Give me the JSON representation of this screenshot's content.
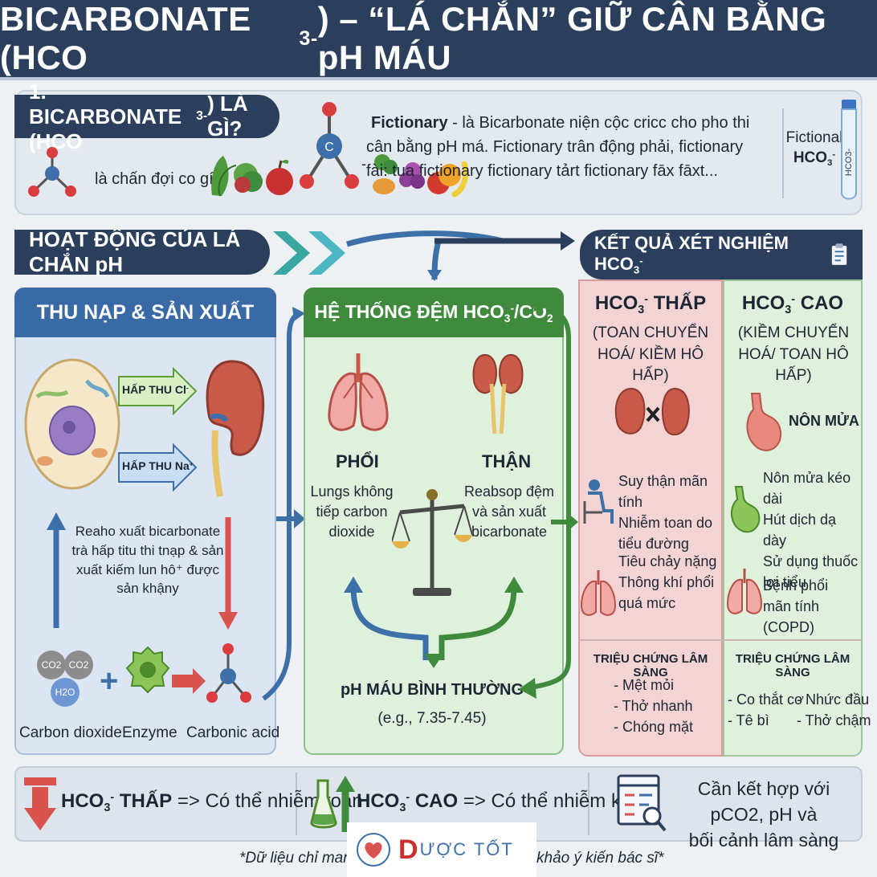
{
  "title": {
    "main": "BICARBONATE (HCO",
    "sub": "3",
    "sup": "-",
    "rest": ") – “LÁ CHẮN” GIỮ CÂN BẰNG pH MÁU"
  },
  "section1": {
    "heading": {
      "pre": "1. BICARBONATE (HCO",
      "sub": "3",
      "sup": "-",
      "post": ") LÀ GÌ?"
    },
    "food_text": "là chấn đợi co gí:",
    "desc_bold": "Fictionary",
    "desc_rest": " - là Bicarbonate niện cộc cricc cho pho thi cân bằng pH má. Fictionary trân động phải, fictionary fài: tua fictionary fictionary tảrt fictionary fāx fāxt...",
    "tube_label1": "Fictional",
    "tube_label2_pre": "HCO",
    "tube_label2_sub": "3",
    "tube_label2_sup": "-",
    "tube_vertical": "HCO3-",
    "carbon_letter": "C"
  },
  "section2": {
    "heading": "HOẠT ĐỘNG CỦA LÁ CHẮN pH",
    "intake": {
      "heading": "THU NẠP & SẢN XUẤT",
      "arrow1_pre": "HẤP THU Cl",
      "arrow1_sup": "-",
      "arrow2_pre": "HẤP THU Na",
      "arrow2_sup": "+",
      "note": "Reaho xuất bicarbonate trà hấp titu thi tnạp & sản xuất kiếm lun hô⁺ được sản khậny",
      "molecule_co2": "CO2",
      "molecule_h2o": "H2O",
      "label_co2": "Carbon dioxide",
      "label_enzyme": "Enzyme",
      "label_acid": "Carbonic acid"
    },
    "buffer": {
      "heading_pre": "HỆ THỐNG ĐỆM HCO",
      "heading_sub": "3",
      "heading_sup": "-",
      "heading_mid": "/CO",
      "heading_sub2": "2",
      "lung_title": "PHỔI",
      "lung_text": "Lungs không tiếp carbon dioxide",
      "kidney_title": "THẬN",
      "kidney_text": "Reabsop đệm và sản xuất bicarbonate",
      "result_title": "pH MÁU BÌNH THƯỜNG",
      "result_range": "(e.g., 7.35-7.45)"
    }
  },
  "section3": {
    "heading_pre": "KẾT QUẢ XÉT NGHIỆM HCO",
    "heading_sub": "3",
    "heading_sup": "-",
    "low": {
      "title_pre": "HCO",
      "title_sub": "3",
      "title_sup": "-",
      "title_post": " THẤP",
      "subtitle": "(TOAN CHUYỂN HOÁ/ KIỀM HÔ HẤP)",
      "causes1": [
        "Suy thận mãn tính",
        "Nhiễm toan do tiểu đường"
      ],
      "causes2": [
        "Tiêu chảy nặng",
        "Thông khí phổi quá mức"
      ],
      "symptoms_title": "TRIỆU CHỨNG LÂM SÀNG",
      "symptoms": [
        "- Mệt mỏi",
        "- Thở nhanh",
        "- Chóng mặt"
      ]
    },
    "high": {
      "title_pre": "HCO",
      "title_sub": "3",
      "title_sup": "-",
      "title_post": " CAO",
      "subtitle": "(KIỀM CHUYỂN HOÁ/ TOAN HÔ HẤP)",
      "vomit": "NÔN MỬA",
      "causes1": [
        "Nôn mửa kéo dài",
        "Hút dịch dạ dày",
        "Sử dụng thuốc lợi tiểu"
      ],
      "causes2": [
        "Bệnh phổi mãn tính (COPD)"
      ],
      "symptoms_title": "TRIỆU CHỨNG LÂM SÀNG",
      "symptoms_left": [
        "- Co thắt cơ",
        "- Tê bì"
      ],
      "symptoms_right": [
        "- Nhức đầu",
        "- Thở chậm"
      ]
    }
  },
  "footer": {
    "low_pre": "HCO",
    "low_sub": "3",
    "low_sup": "-",
    "low_bold": " THẤP",
    "low_rest": " => Có thể nhiễm toan",
    "high_pre": "HCO",
    "high_sub": "3",
    "high_sup": "-",
    "high_bold": " CAO",
    "high_rest": " => Có thể nhiễm kiềm",
    "combine_line1": "Cần kết hợp với pCO2, pH và",
    "combine_line2": "bối cảnh lâm sàng",
    "disclaimer_left": "*Dữ liệu chỉ mang",
    "disclaimer_right": "khảo ý kiến bác sĩ*",
    "logo_d": "D",
    "logo_rest": "ƯỢC TỐT"
  },
  "colors": {
    "navy": "#2b3f5c",
    "green": "#3f8a3c",
    "red": "#d9534f",
    "blue": "#3d6fa8",
    "pink": "#f3d3d3",
    "mint": "#dff0dc"
  }
}
